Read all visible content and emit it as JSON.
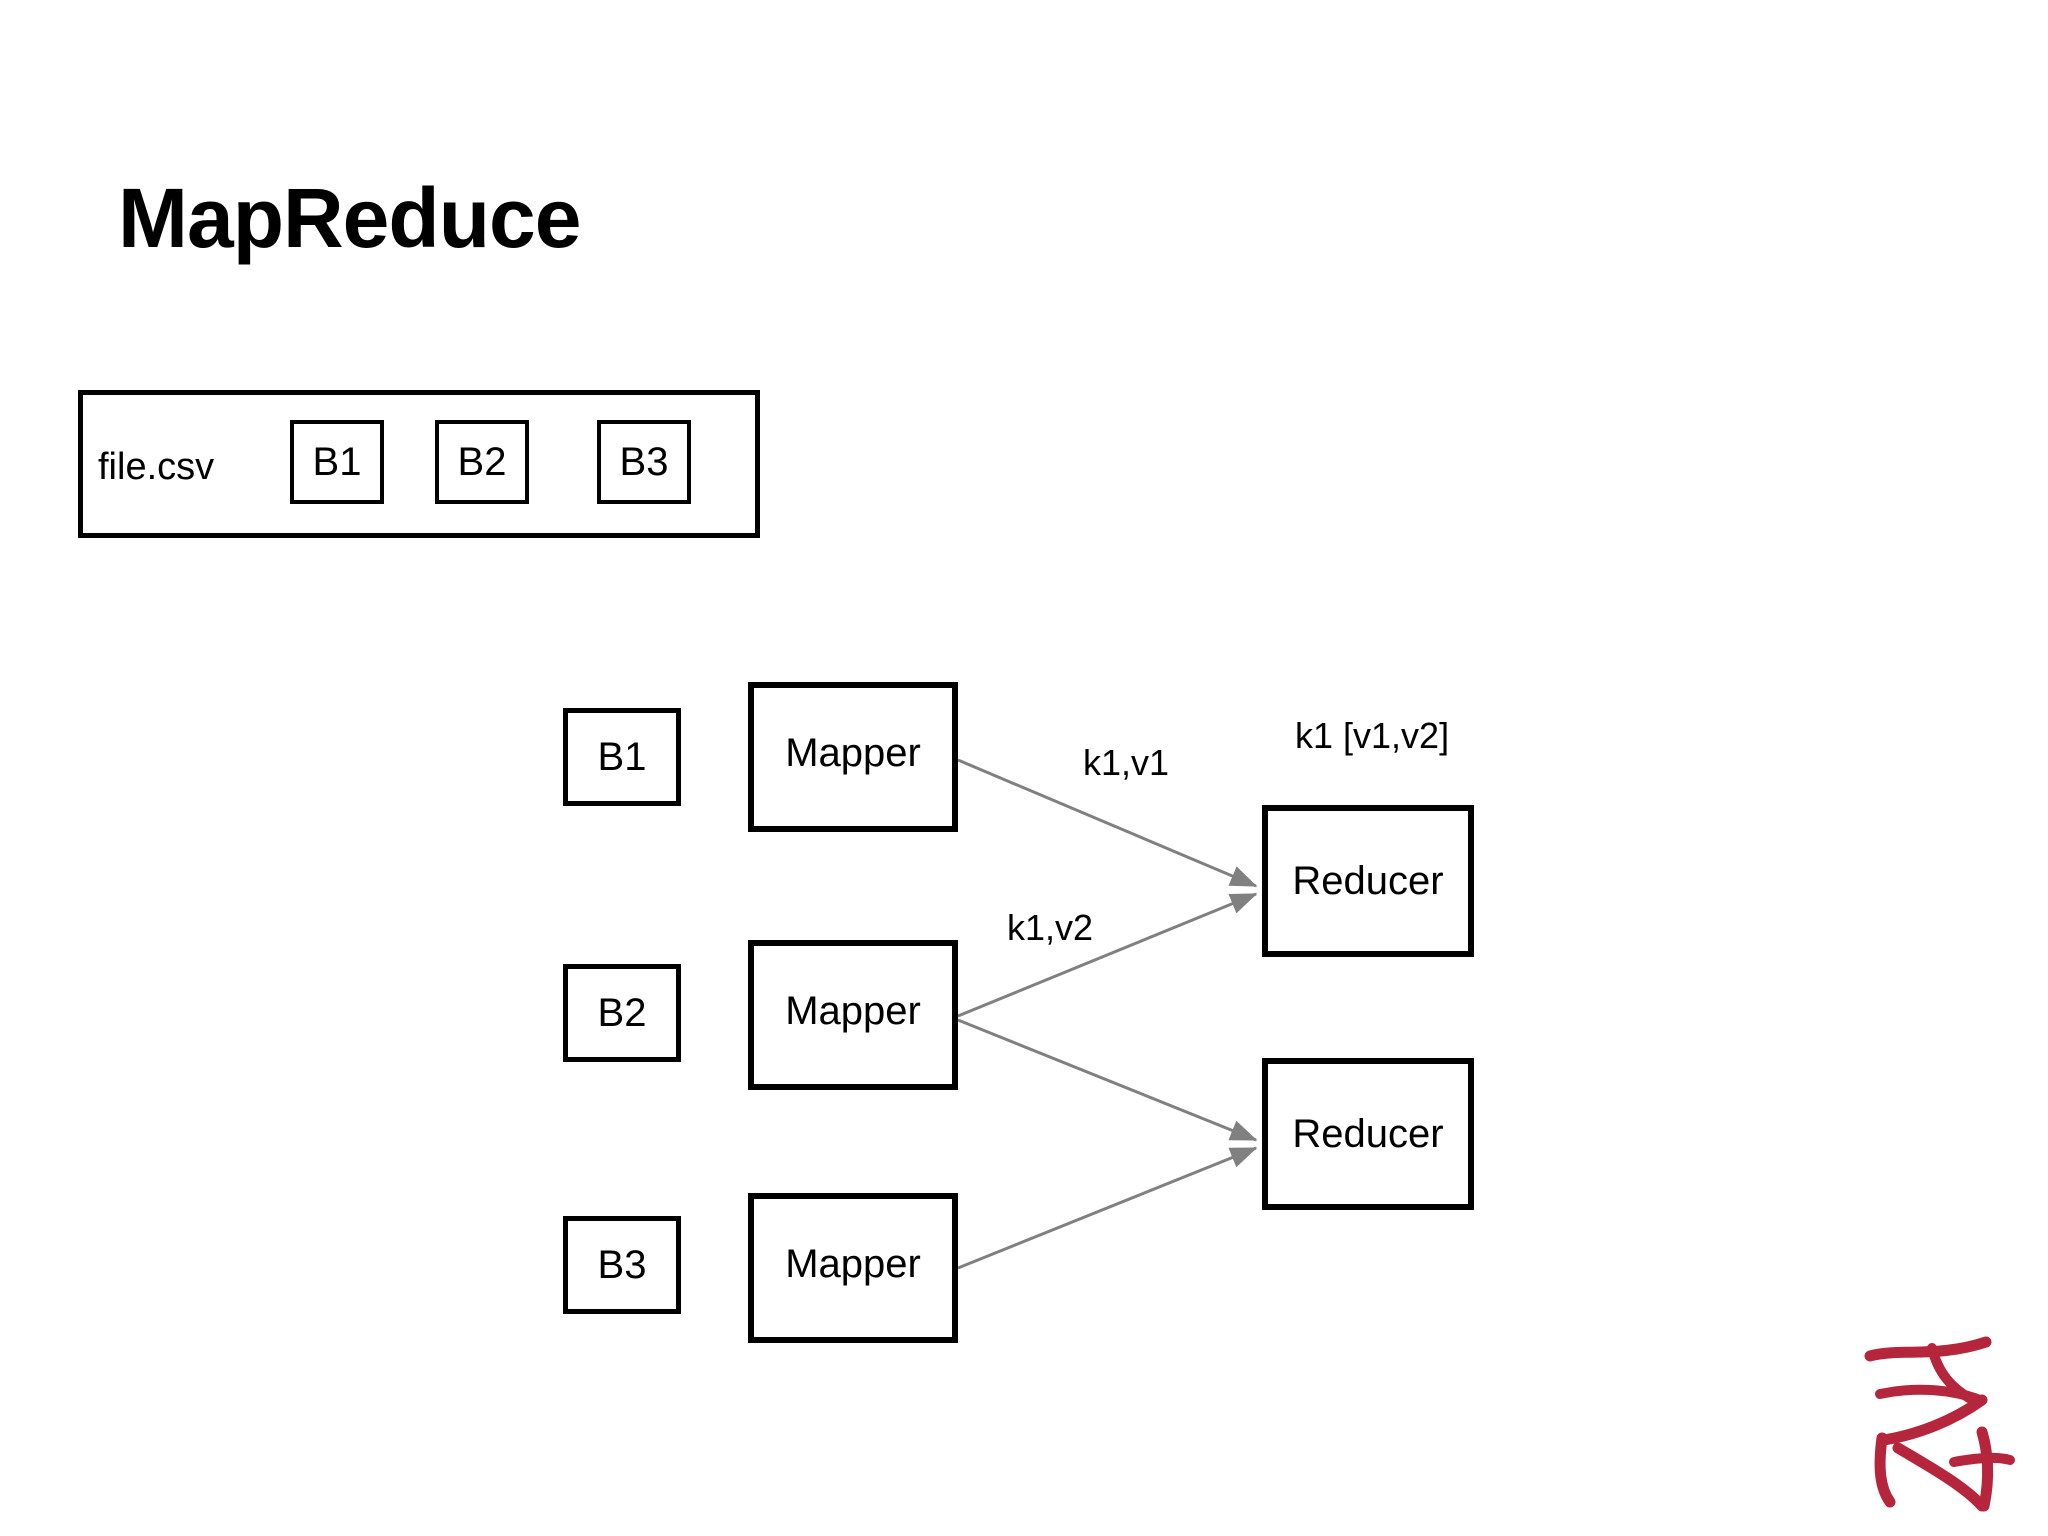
{
  "slide": {
    "title": "MapReduce",
    "background_color": "#ffffff",
    "line_color": "#000000",
    "arrow_color": "#808080",
    "signature_color": "#b5253c"
  },
  "file_source": {
    "name_label": "file.csv",
    "blocks": [
      {
        "label": "B1"
      },
      {
        "label": "B2"
      },
      {
        "label": "B3"
      }
    ]
  },
  "pipeline": {
    "input_blocks": [
      {
        "label": "B1"
      },
      {
        "label": "B2"
      },
      {
        "label": "B3"
      }
    ],
    "mappers": [
      {
        "label": "Mapper"
      },
      {
        "label": "Mapper"
      },
      {
        "label": "Mapper"
      }
    ],
    "reducers": [
      {
        "label": "Reducer"
      },
      {
        "label": "Reducer"
      }
    ],
    "edge_labels": [
      {
        "text": "k1,v1"
      },
      {
        "text": "k1,v2"
      }
    ],
    "group_labels": [
      {
        "text": "k1 [v1,v2]"
      }
    ],
    "edges": [
      {
        "from": "mapper-0",
        "to": "reducer-0",
        "label": "k1,v1"
      },
      {
        "from": "mapper-1",
        "to": "reducer-0",
        "label": "k1,v2"
      },
      {
        "from": "mapper-1",
        "to": "reducer-1",
        "label": ""
      },
      {
        "from": "mapper-2",
        "to": "reducer-1",
        "label": ""
      }
    ]
  },
  "signature": {
    "name": "handwritten-signature-mark"
  }
}
